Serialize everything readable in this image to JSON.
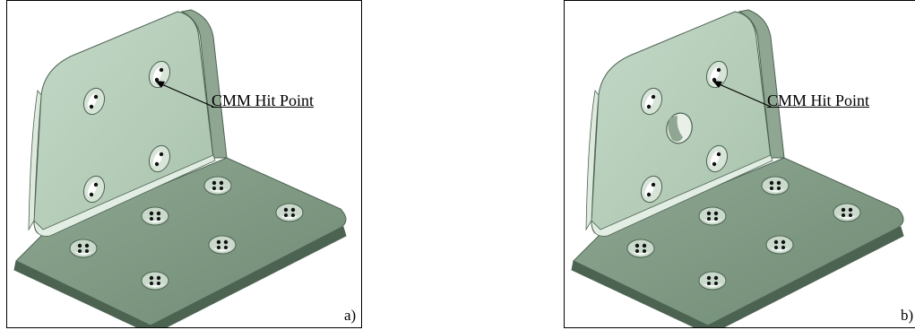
{
  "figure": {
    "panels": [
      {
        "id": "a",
        "callout_label": "CMM Hit Point",
        "sub_label": "a)",
        "has_center_hole": false
      },
      {
        "id": "b",
        "callout_label": "CMM Hit Point",
        "sub_label": "b)",
        "has_center_hole": true
      }
    ],
    "colors": {
      "plate_light": "#c4d9c8",
      "plate_mid": "#a8c2ac",
      "plate_dark": "#6f8a74",
      "edge": "#4d6352",
      "hit_point": "#111111",
      "border": "#000000"
    }
  }
}
